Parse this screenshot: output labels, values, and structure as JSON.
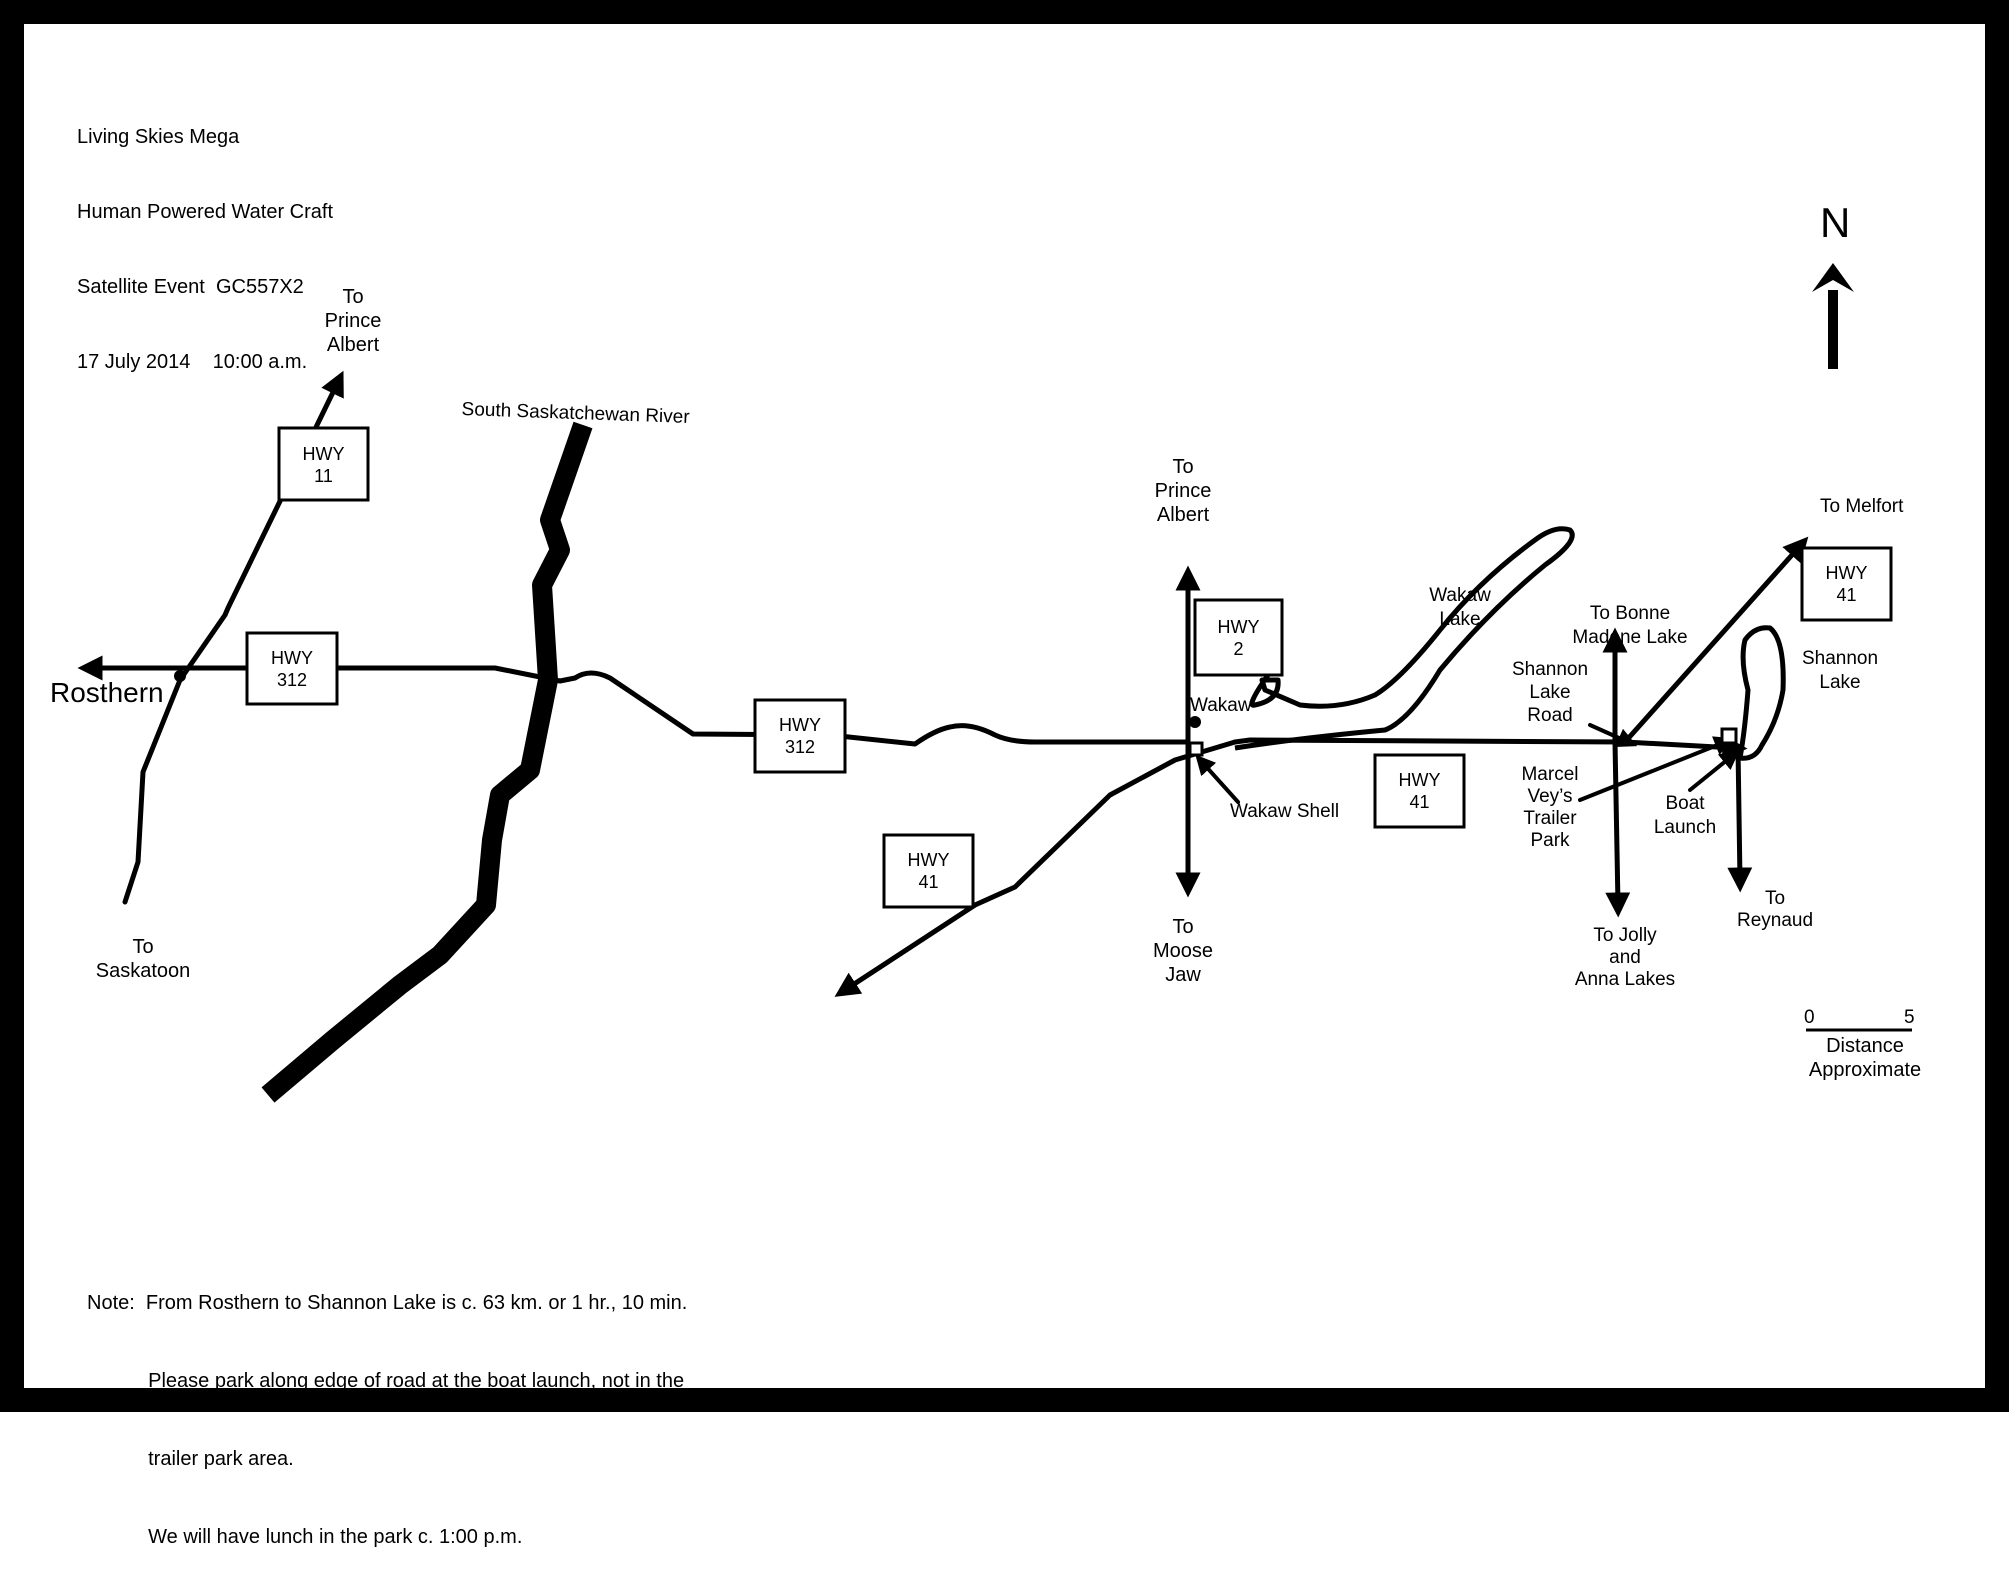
{
  "header": {
    "lines": [
      "Living Skies Mega",
      "Human Powered Water Craft",
      "Satellite Event  GC557X2",
      "17 July 2014    10:00 a.m."
    ]
  },
  "compass": {
    "label": "N"
  },
  "towns": {
    "rosthern": "Rosthern",
    "wakaw": "Wakaw"
  },
  "water": {
    "river": "South Saskatchewan River",
    "wakaw_lake": "Wakaw\nLake",
    "shannon_lake": "Shannon\nLake"
  },
  "highways": {
    "hwy11": "HWY\n11",
    "hwy312_west": "HWY\n312",
    "hwy312_east": "HWY\n312",
    "hwy2": "HWY\n2",
    "hwy41_sw": "HWY\n41",
    "hwy41_mid": "HWY\n41",
    "hwy41_ne": "HWY\n41"
  },
  "destinations": {
    "prince_albert_west": "To\nPrince\nAlbert",
    "saskatoon": "To\nSaskatoon",
    "prince_albert_wakaw": "To\nPrince\nAlbert",
    "moose_jaw": "To\nMoose\nJaw",
    "melfort": "To Melfort",
    "bonne_madone": "To Bonne\nMadone Lake",
    "jolly_anna": "To Jolly\nand\nAnna Lakes",
    "reynaud": "To\nReynaud"
  },
  "landmarks": {
    "wakaw_shell": "Wakaw Shell",
    "shannon_lake_road": "Shannon\nLake\nRoad",
    "trailer_park": "Marcel\nVey’s\nTrailer\nPark",
    "boat_launch": "Boat\nLaunch"
  },
  "scale": {
    "start": "0",
    "end": "5",
    "caption": "Distance\nApproximate"
  },
  "note": {
    "lines": [
      "Note:  From Rosthern to Shannon Lake is c. 63 km. or 1 hr., 10 min.",
      "           Please park along edge of road at the boat launch, not in the",
      "           trailer park area.",
      "           We will have lunch in the park c. 1:00 p.m."
    ]
  }
}
